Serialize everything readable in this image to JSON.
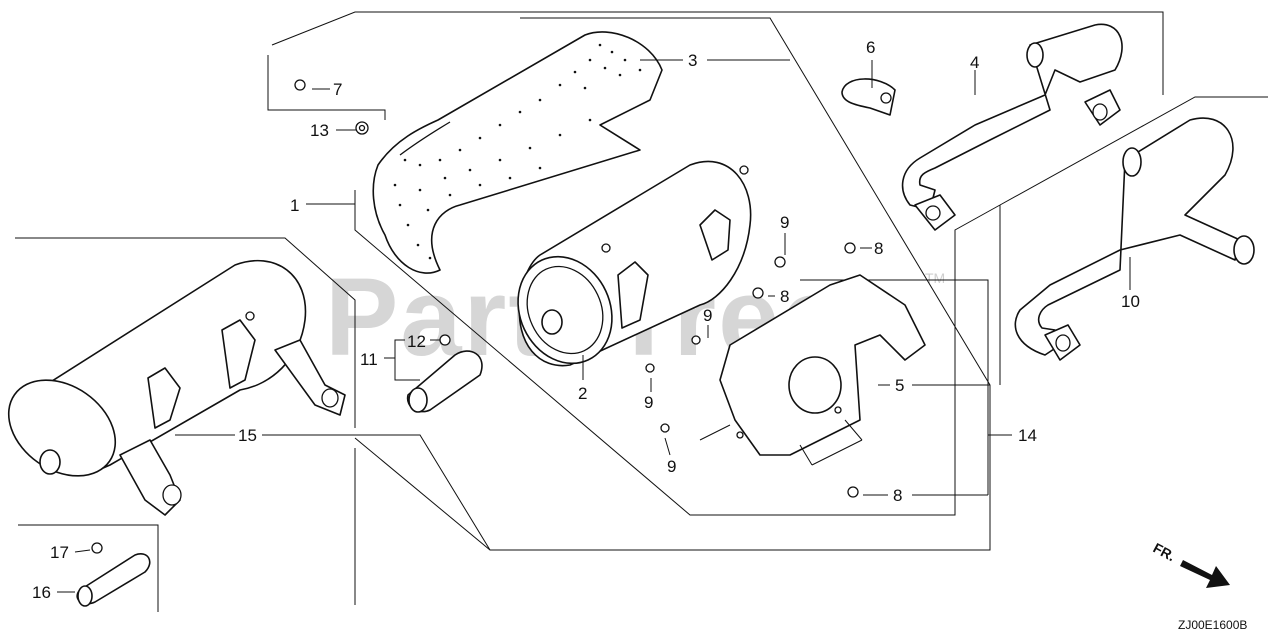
{
  "watermark": {
    "text": "PartsTree",
    "tm": "TM"
  },
  "diagram_code": "ZJ00E1600B",
  "direction_label": "FR.",
  "callouts": [
    {
      "id": "c1",
      "text": "1"
    },
    {
      "id": "c2",
      "text": "2"
    },
    {
      "id": "c3",
      "text": "3"
    },
    {
      "id": "c4",
      "text": "4"
    },
    {
      "id": "c5",
      "text": "5"
    },
    {
      "id": "c6",
      "text": "6"
    },
    {
      "id": "c7",
      "text": "7"
    },
    {
      "id": "c8a",
      "text": "8"
    },
    {
      "id": "c8b",
      "text": "8"
    },
    {
      "id": "c8c",
      "text": "8"
    },
    {
      "id": "c9a",
      "text": "9"
    },
    {
      "id": "c9b",
      "text": "9"
    },
    {
      "id": "c9c",
      "text": "9"
    },
    {
      "id": "c9d",
      "text": "9"
    },
    {
      "id": "c10",
      "text": "10"
    },
    {
      "id": "c11",
      "text": "11"
    },
    {
      "id": "c12",
      "text": "12"
    },
    {
      "id": "c13",
      "text": "13"
    },
    {
      "id": "c14",
      "text": "14"
    },
    {
      "id": "c15",
      "text": "15"
    },
    {
      "id": "c16",
      "text": "16"
    },
    {
      "id": "c17",
      "text": "17"
    }
  ]
}
